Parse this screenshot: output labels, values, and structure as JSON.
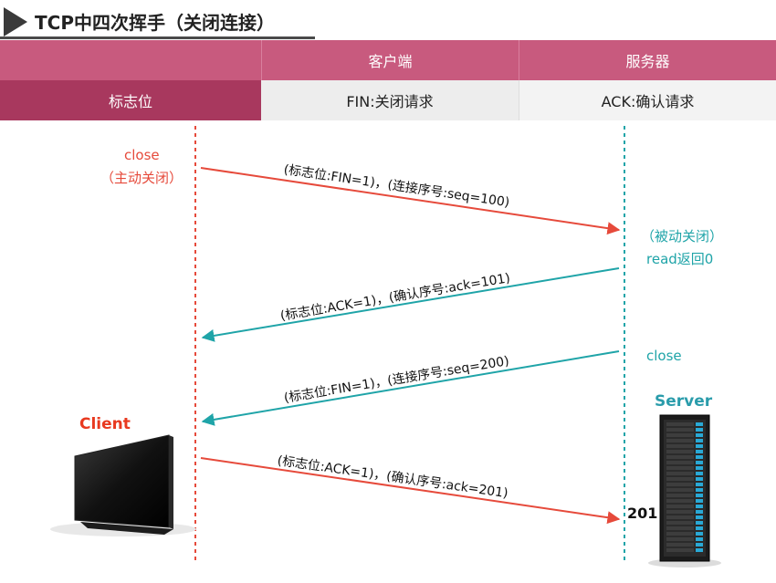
{
  "title": "TCP中四次挥手（关闭连接）",
  "table": {
    "header": [
      "",
      "客户端",
      "服务器"
    ],
    "row": [
      "标志位",
      "FIN:关闭请求",
      "ACK:确认请求"
    ]
  },
  "client": {
    "close_label": "close",
    "active_label": "（主动关闭）",
    "name": "Client"
  },
  "server": {
    "passive_label": "（被动关闭）",
    "read_label": "read返回0",
    "close_label": "close",
    "name": "Server",
    "ack_value": "201"
  },
  "messages": [
    {
      "text": "(标志位:FIN=1)，(连接序号:seq=100)",
      "direction": "client-to-server",
      "color": "#e64a3b"
    },
    {
      "text": "(标志位:ACK=1)，(确认序号:ack=101)",
      "direction": "server-to-client",
      "color": "#1fa4a8"
    },
    {
      "text": "(标志位:FIN=1)，(连接序号:seq=200)",
      "direction": "server-to-client",
      "color": "#1fa4a8"
    },
    {
      "text": "(标志位:ACK=1)，(确认序号:ack=201)",
      "direction": "client-to-server",
      "color": "#e64a3b"
    }
  ],
  "colors": {
    "client_line": "#e64a3b",
    "server_line": "#1fa4a8",
    "header_bg": "#c85a7e",
    "row_label_bg": "#a8385e"
  }
}
